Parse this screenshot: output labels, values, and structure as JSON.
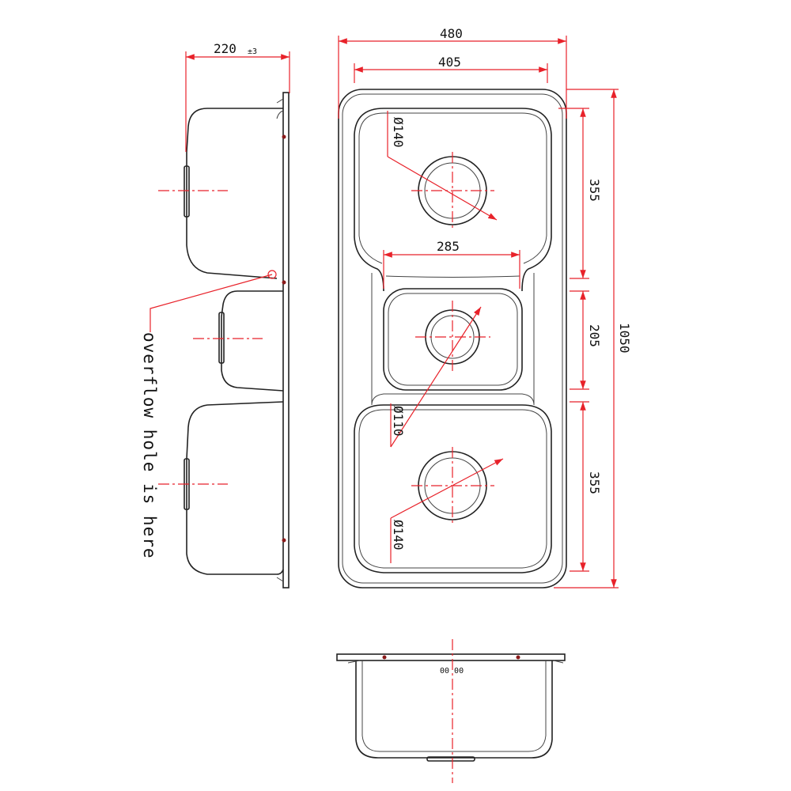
{
  "dimensions": {
    "side_depth": "220",
    "side_depth_tolerance": "±3",
    "overall_width": "480",
    "bowl_span": "405",
    "overall_length": "1050",
    "top_bowl_length": "355",
    "middle_bowl_length": "205",
    "bottom_bowl_length": "355",
    "middle_bowl_width": "285",
    "drain_large_top": "Ø140",
    "drain_small": "Ø110",
    "drain_large_bottom": "Ø140"
  },
  "annotations": {
    "overflow_note": "overflow hole is here",
    "front_center_mark": "00 00"
  },
  "colors": {
    "outline": "#222222",
    "dimension": "#e8222a"
  }
}
